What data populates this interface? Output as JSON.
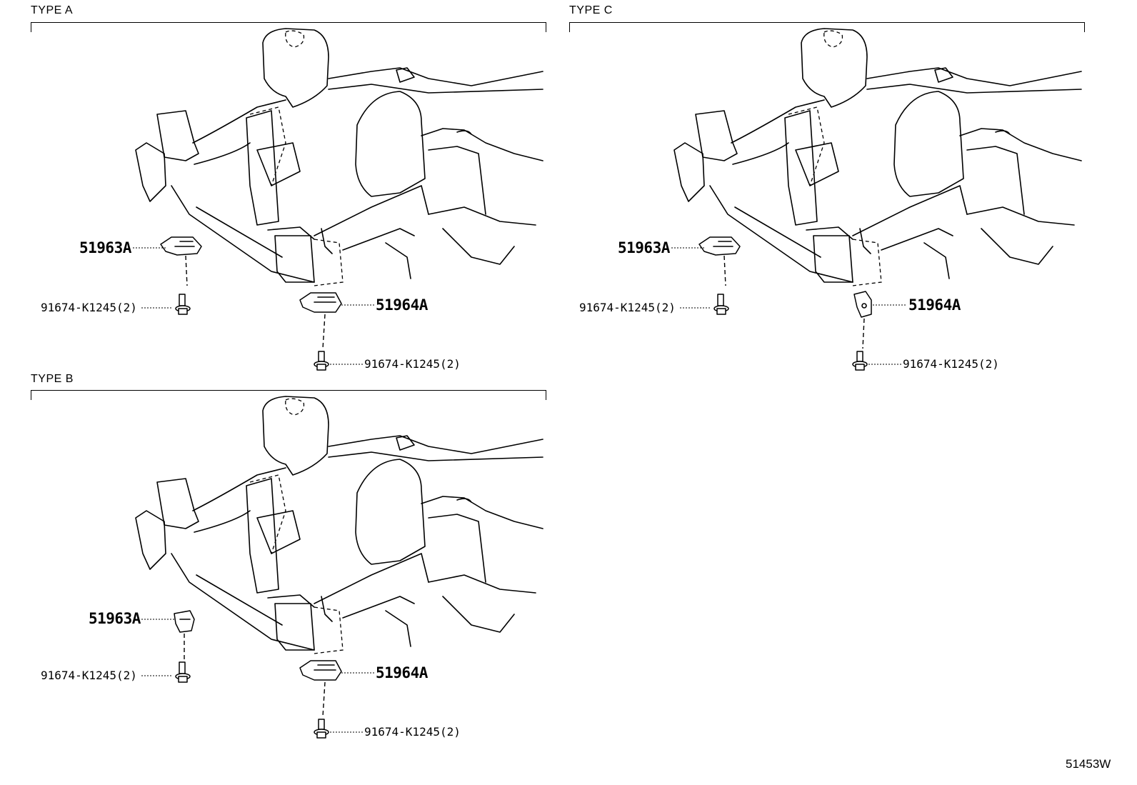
{
  "sections": {
    "type_a": {
      "label": "TYPE A",
      "bracket_code": "51963A",
      "bumper_code": "51964A",
      "bolt_left": "91674-K1245(2)",
      "bolt_right": "91674-K1245(2)"
    },
    "type_b": {
      "label": "TYPE B",
      "bracket_code": "51963A",
      "bumper_code": "51964A",
      "bolt_left": "91674-K1245(2)",
      "bolt_right": "91674-K1245(2)"
    },
    "type_c": {
      "label": "TYPE C",
      "bracket_code": "51963A",
      "bumper_code": "51964A",
      "bolt_left": "91674-K1245(2)",
      "bolt_right": "91674-K1245(2)"
    }
  },
  "diagram_code": "51453W"
}
